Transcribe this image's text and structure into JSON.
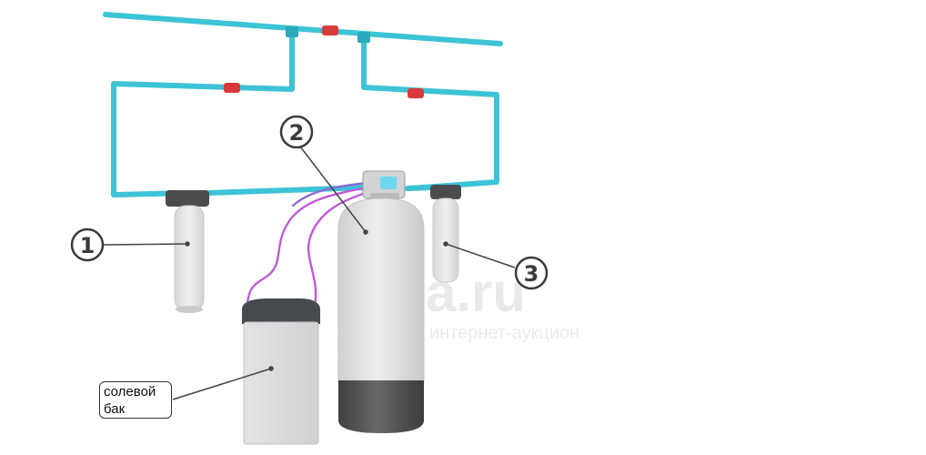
{
  "callouts": {
    "filter_left": "1",
    "softener": "2",
    "filter_right": "3"
  },
  "salt_tank_label": [
    "солевой",
    "бак"
  ],
  "watermark": {
    "brand": "a.ru",
    "subtitle": "интернет-аукцион"
  },
  "colors": {
    "pipe": "#3cc3d6",
    "valve": "#d83a3a",
    "tube": "#c05ad8",
    "vessel": "#e4e4e6",
    "vessel_base": "#505254",
    "cap": "#4a4c4e"
  }
}
